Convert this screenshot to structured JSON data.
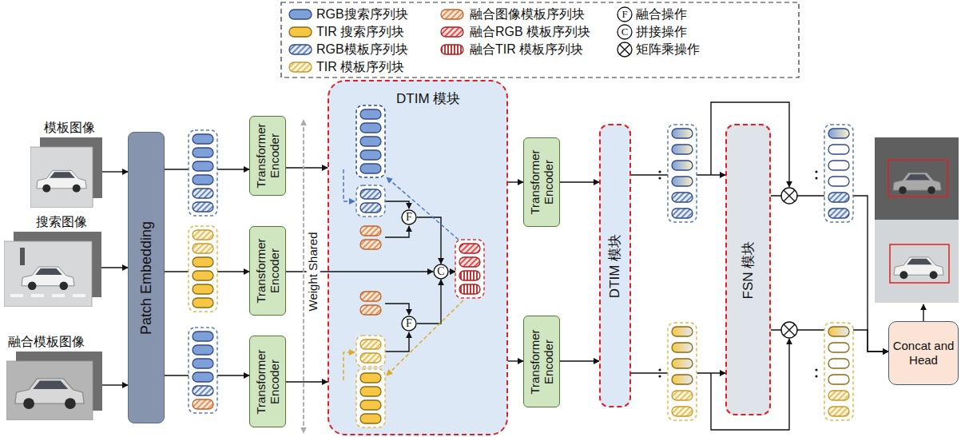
{
  "diagram": {
    "nodes": [
      {
        "text": [
          "模板图像"
        ]
      },
      {
        "text": [
          "搜索图像"
        ]
      },
      {
        "text": [
          "融合模板图像"
        ]
      },
      {
        "text": [
          "Patch Embedding"
        ]
      },
      {
        "text": [
          "Transformer Encoder"
        ]
      },
      {
        "text": [
          "Transformer Encoder"
        ]
      },
      {
        "text": [
          "Transformer Encoder"
        ]
      },
      {
        "text": [
          "DTIM 模块"
        ]
      },
      {
        "text": [
          "F"
        ],
        "in": 7
      },
      {
        "text": [
          "F"
        ],
        "in": 7
      },
      {
        "text": [
          "C"
        ],
        "in": 7
      },
      {
        "text": [
          "Transformer Encoder"
        ]
      },
      {
        "text": [
          "Transformer Encoder"
        ]
      },
      {
        "text": [
          "DTIM 模块"
        ]
      },
      {
        "text": [
          "FSN 模块"
        ]
      },
      {
        "text": [
          "Concat and Head"
        ]
      }
    ],
    "edges": [
      {
        "from": 0,
        "to": 3,
        "arrow": "to"
      },
      {
        "from": 1,
        "to": 3,
        "arrow": "to"
      },
      {
        "from": 2,
        "to": 3,
        "arrow": "to"
      },
      {
        "from": 3,
        "to": 4,
        "arrow": "to"
      },
      {
        "from": 3,
        "to": 5,
        "arrow": "to"
      },
      {
        "from": 3,
        "to": 6,
        "arrow": "to"
      },
      {
        "from": 4,
        "to": 7,
        "arrow": "to"
      },
      {
        "from": 5,
        "to": 10,
        "arrow": "to"
      },
      {
        "from": 6,
        "to": 7,
        "arrow": "to"
      },
      {
        "from": 8,
        "to": 10,
        "arrow": "to"
      },
      {
        "from": 9,
        "to": 10,
        "arrow": "to"
      },
      {
        "from": 7,
        "to": 11,
        "arrow": "to"
      },
      {
        "from": 7,
        "to": 12,
        "arrow": "to"
      },
      {
        "from": 11,
        "to": 13,
        "arrow": "to"
      },
      {
        "from": 12,
        "to": 13,
        "arrow": "to"
      },
      {
        "from": 13,
        "to": 14,
        "arrow": "to"
      },
      {
        "from": 13,
        "to": 14,
        "arrow": "to"
      },
      {
        "from": 14,
        "to": 15,
        "arrow": "to"
      },
      {
        "from": 14,
        "to": 15,
        "arrow": "to"
      }
    ],
    "labels": [
      "Weight Shared",
      "F",
      "C"
    ],
    "legend": [
      {
        "text": "RGB搜索序列块",
        "color": "#7f9fd8"
      },
      {
        "text": "融合图像模板序列块"
      },
      {
        "text": "融合操作"
      },
      {
        "text": "TIR 搜索序列块",
        "color": "#f6c744"
      },
      {
        "text": "融合RGB 模板序列块"
      },
      {
        "text": "拼接操作"
      },
      {
        "text": "RGB模板序列块"
      },
      {
        "text": "融合TIR 模板序列块"
      },
      {
        "text": "矩阵乘操作"
      },
      {
        "text": "TIR 模板序列块"
      }
    ]
  }
}
